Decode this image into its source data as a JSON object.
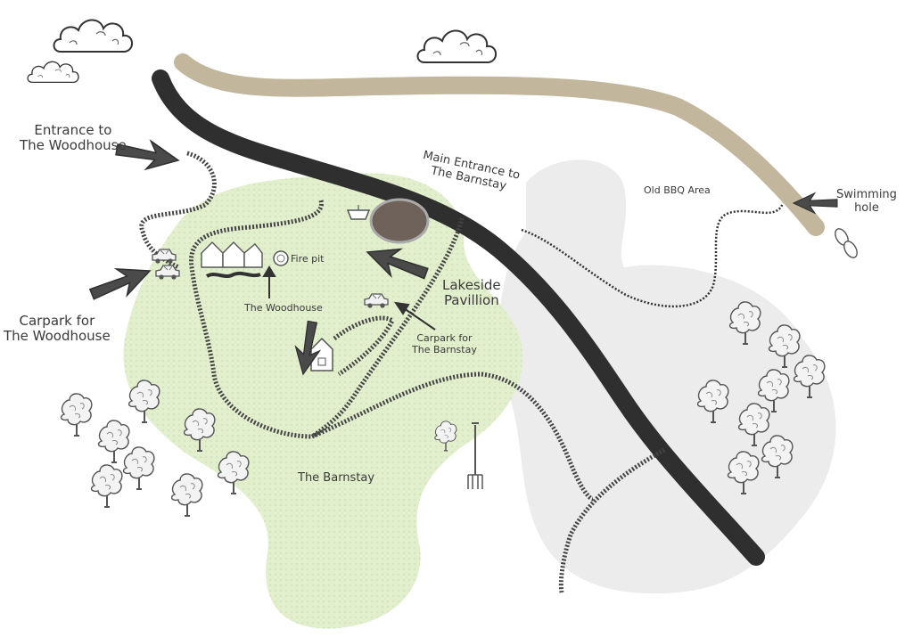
{
  "labels": {
    "entrance_woodhouse": [
      "Entrance to",
      "The Woodhouse"
    ],
    "carpark_woodhouse": [
      "Carpark for",
      "The Woodhouse"
    ],
    "main_entrance_barnstay": [
      "Main Entrance to",
      "The Barnstay"
    ],
    "old_bbq": "Old BBQ Area",
    "swimming_hole": [
      "Swimming",
      "hole"
    ],
    "fire_pit": "Fire pit",
    "woodhouse": "The Woodhouse",
    "lakeside_pavillion": [
      "Lakeside",
      "Pavillion"
    ],
    "carpark_barnstay": [
      "Carpark for",
      "The Barnstay"
    ],
    "barnstay": "The Barnstay"
  },
  "colors": {
    "meadow": "#e4f0d0",
    "field_grey": "#ececec",
    "road": "#2f2f2f",
    "river": "#c2b79c",
    "track": "#444444",
    "pond": "#6e625a",
    "ink": "#3a3a3a"
  },
  "icons": [
    "cloud-icon",
    "tree-icon",
    "car-icon",
    "house-icon",
    "fire-pit-icon",
    "pitchfork-icon",
    "flip-flops-icon",
    "boat-icon",
    "arrow-icon"
  ]
}
